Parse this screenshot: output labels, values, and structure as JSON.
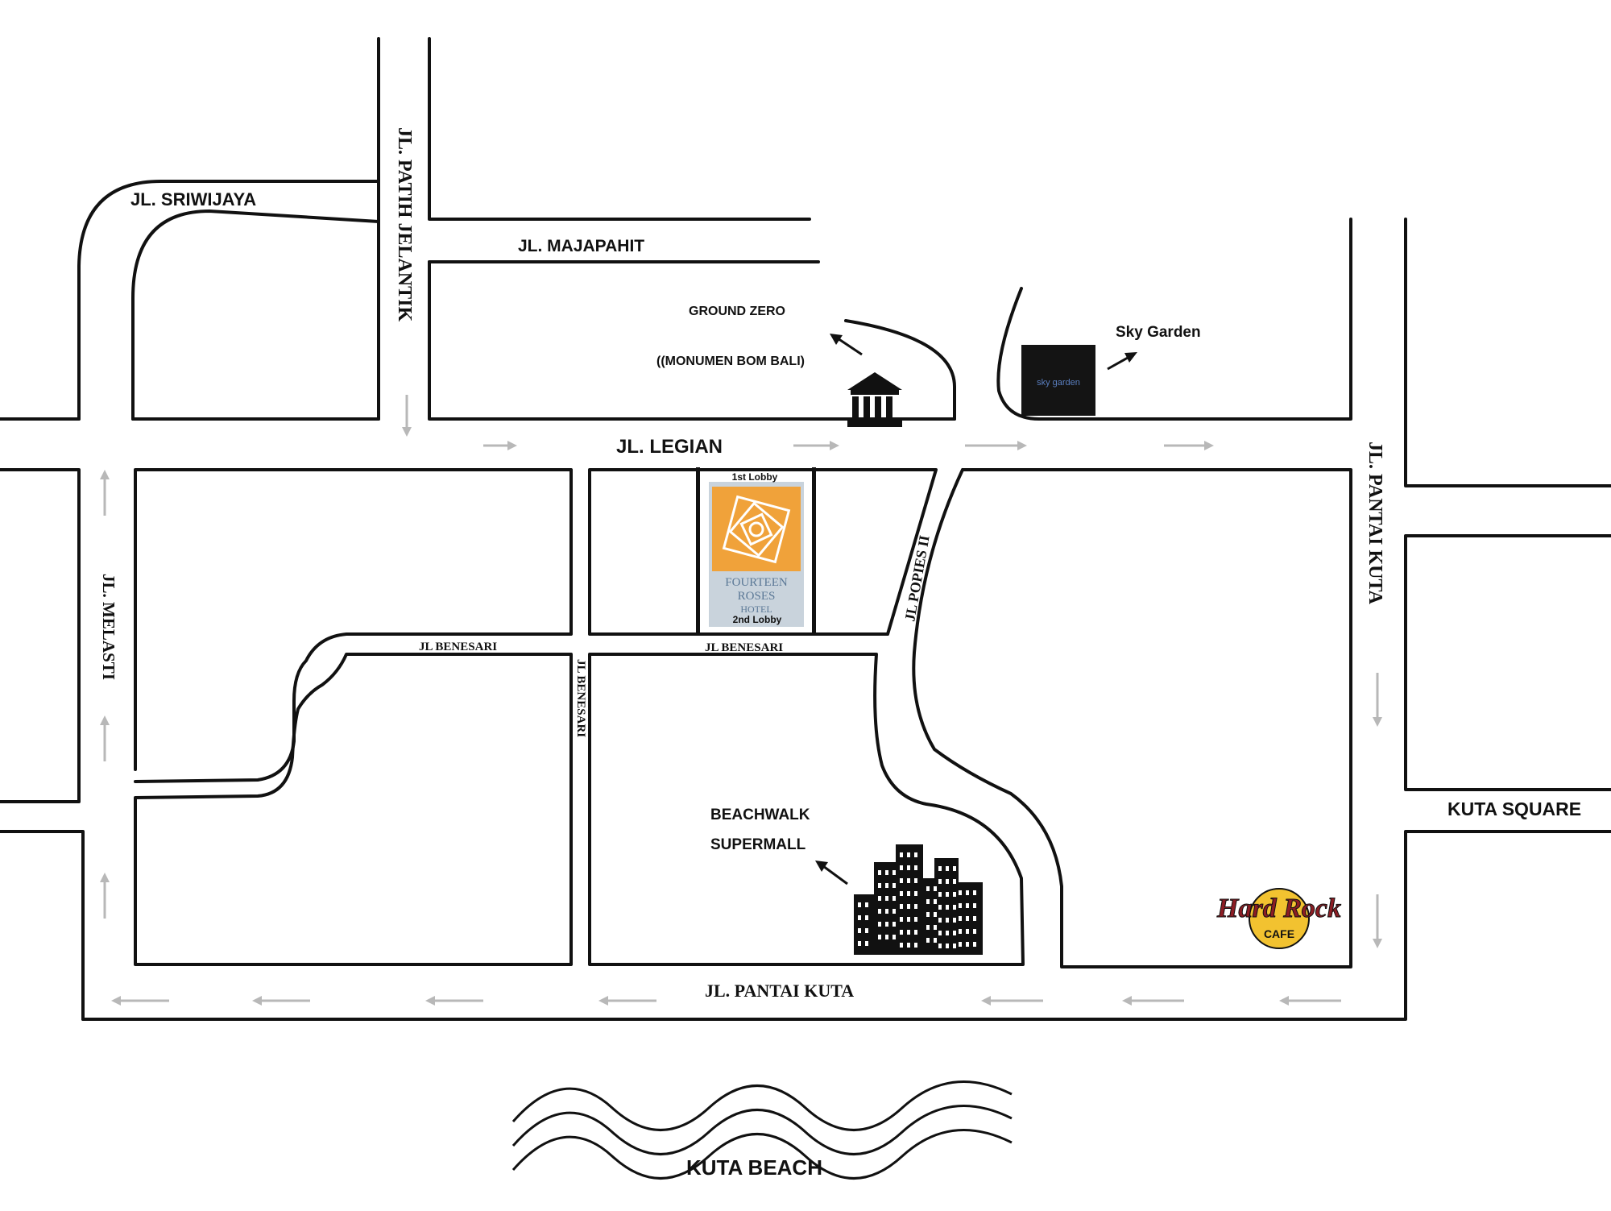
{
  "streets": {
    "sriwijaya": "JL. SRIWIJAYA",
    "patih_jelantik": "JL. PATIH JELANTIK",
    "majapahit": "JL. MAJAPAHIT",
    "legian": "JL. LEGIAN",
    "pantai_kuta_east": "JL. PANTAI KUTA",
    "melasti": "JL. MELASTI",
    "benesari_west": "JL BENESARI",
    "benesari_middle": "JL BENESARI",
    "benesari_vertical": "JL BENESARI",
    "popies_ii": "JL POPIES II",
    "pantai_kuta_south": "JL. PANTAI KUTA",
    "kuta_square": "KUTA SQUARE"
  },
  "landmarks": {
    "ground_zero_line1": "GROUND ZERO",
    "ground_zero_line2": "((MONUMEN BOM BALI)",
    "sky_garden": "Sky Garden",
    "sky_garden_logo": "sky garden",
    "beachwalk_line1": "BEACHWALK",
    "beachwalk_line2": "SUPERMALL",
    "hotel_lobby1": "1st Lobby",
    "hotel_lobby2": "2nd Lobby",
    "hotel_name_line1": "FOURTEEN",
    "hotel_name_line2": "ROSES",
    "hotel_name_line3": "HOTEL",
    "hard_rock_line1": "Hard Rock",
    "hard_rock_line2": "CAFE",
    "beach": "KUTA BEACH"
  },
  "colors": {
    "hotel_orange": "#f0a23a",
    "hotel_panel": "#c9d3dc",
    "hard_rock_gold": "#f2c230",
    "hard_rock_red": "#8c1d24",
    "arrow_gray": "#b8b8b8"
  },
  "icons": {
    "monument": "monument-icon",
    "skyline": "building-skyline-icon",
    "logo_hotel": "rose-logo-icon",
    "logo_hardrock": "hard-rock-logo-icon"
  }
}
